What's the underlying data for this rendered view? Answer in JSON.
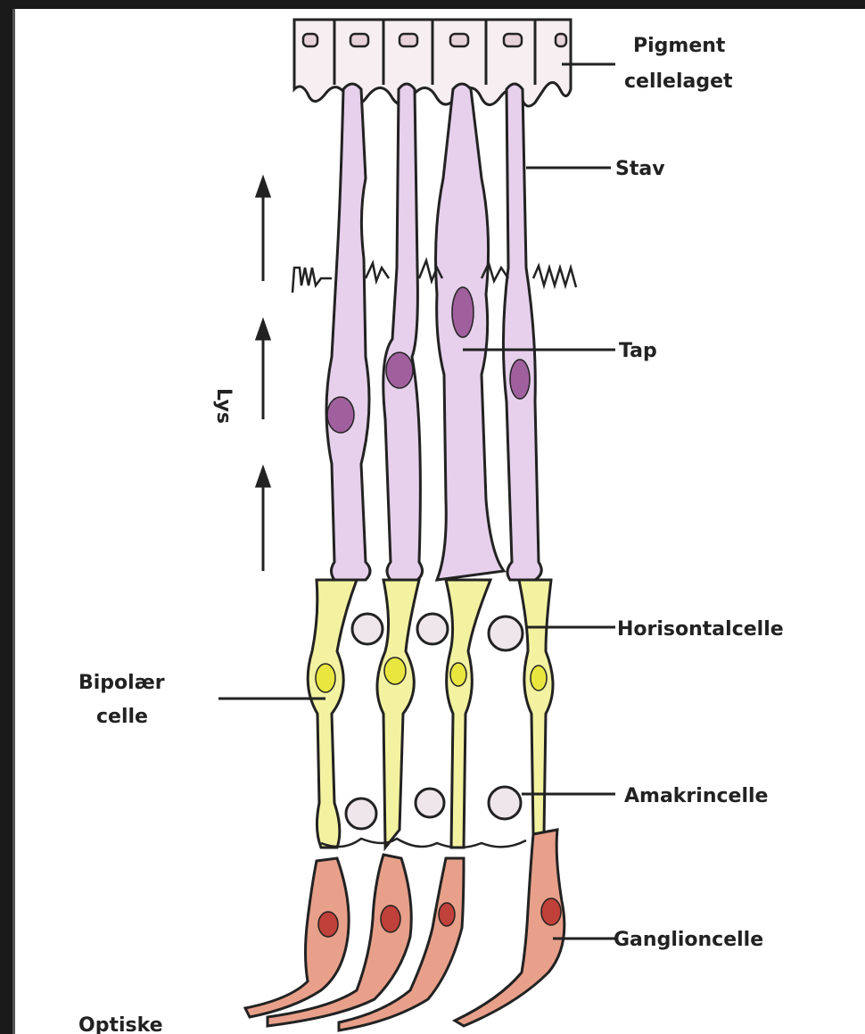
{
  "labels": {
    "pigment_line1": "Pigment",
    "pigment_line2": "cellelaget",
    "stav": "Stav",
    "tap": "Tap",
    "lys": "Lys",
    "horisontalcelle": "Horisontalcelle",
    "bipolaer_line1": "Bipolær",
    "bipolaer_line2": "celle",
    "amakrincelle": "Amakrincelle",
    "ganglioncelle": "Ganglioncelle",
    "optiske": "Optiske"
  },
  "colors": {
    "photoreceptor": "#e6d0ec",
    "photoreceptor_nucleus": "#a0609e",
    "bipolar": "#f3f2a0",
    "bipolar_nucleus": "#e9e640",
    "small_cell": "#efe6ec",
    "ganglion": "#e8a08a",
    "ganglion_nucleus": "#c0403a",
    "outline": "#222222"
  }
}
